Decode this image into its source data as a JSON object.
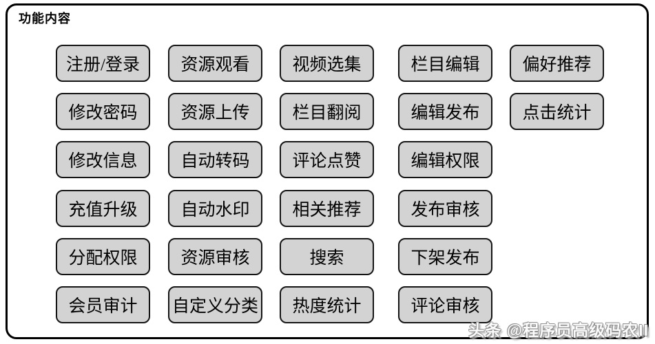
{
  "panel": {
    "title": "功能内容"
  },
  "colors": {
    "background": "#ffffff",
    "panel_border": "#000000",
    "button_fill": "#d3d3d3",
    "button_border": "#141414",
    "button_text": "#000000"
  },
  "buttons": [
    {
      "label": "注册/登录",
      "row": 1,
      "col": 1
    },
    {
      "label": "资源观看",
      "row": 1,
      "col": 2
    },
    {
      "label": "视频选集",
      "row": 1,
      "col": 3
    },
    {
      "label": "栏目编辑",
      "row": 1,
      "col": 4
    },
    {
      "label": "偏好推荐",
      "row": 1,
      "col": 5
    },
    {
      "label": "修改密码",
      "row": 2,
      "col": 1
    },
    {
      "label": "资源上传",
      "row": 2,
      "col": 2
    },
    {
      "label": "栏目翻阅",
      "row": 2,
      "col": 3
    },
    {
      "label": "编辑发布",
      "row": 2,
      "col": 4
    },
    {
      "label": "点击统计",
      "row": 2,
      "col": 5
    },
    {
      "label": "修改信息",
      "row": 3,
      "col": 1
    },
    {
      "label": "自动转码",
      "row": 3,
      "col": 2
    },
    {
      "label": "评论点赞",
      "row": 3,
      "col": 3
    },
    {
      "label": "编辑权限",
      "row": 3,
      "col": 4
    },
    {
      "label": "充值升级",
      "row": 4,
      "col": 1
    },
    {
      "label": "自动水印",
      "row": 4,
      "col": 2
    },
    {
      "label": "相关推荐",
      "row": 4,
      "col": 3
    },
    {
      "label": "发布审核",
      "row": 4,
      "col": 4
    },
    {
      "label": "分配权限",
      "row": 5,
      "col": 1
    },
    {
      "label": "资源审核",
      "row": 5,
      "col": 2
    },
    {
      "label": "搜索",
      "row": 5,
      "col": 3
    },
    {
      "label": "下架发布",
      "row": 5,
      "col": 4
    },
    {
      "label": "会员审计",
      "row": 6,
      "col": 1
    },
    {
      "label": "自定义分类",
      "row": 6,
      "col": 2
    },
    {
      "label": "热度统计",
      "row": 6,
      "col": 3
    },
    {
      "label": "评论审核",
      "row": 6,
      "col": 4
    }
  ],
  "watermark": {
    "text": "头条 @程序员高级码农II"
  }
}
